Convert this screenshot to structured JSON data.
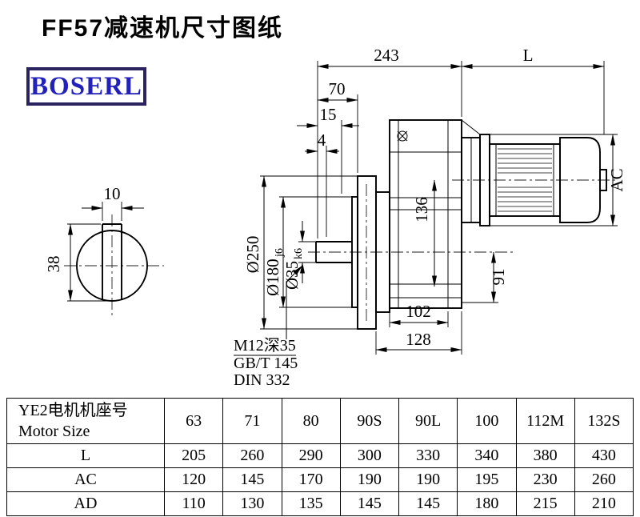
{
  "title": "FF57减速机尺寸图纸",
  "logo": "BOSERL",
  "drawing": {
    "d243": "243",
    "dL": "L",
    "d70": "70",
    "d15": "15",
    "d4": "4",
    "d10": "10",
    "d38": "38",
    "d136": "136",
    "d91": "91",
    "d102": "102",
    "d128": "128",
    "dAC": "AC",
    "dia250": "Ø250",
    "dia180": "Ø180",
    "dia180_tol": "j6",
    "dia35": "Ø35",
    "dia35_tol": "k6",
    "note1": "M12深35",
    "note2": "GB/T 145",
    "note3": "DIN 332"
  },
  "table": {
    "header_cn": "YE2电机机座号",
    "header_en": "Motor Size",
    "sizes": [
      "63",
      "71",
      "80",
      "90S",
      "90L",
      "100",
      "112M",
      "132S"
    ],
    "rows": [
      {
        "label": "L",
        "values": [
          "205",
          "260",
          "290",
          "300",
          "330",
          "340",
          "380",
          "430"
        ]
      },
      {
        "label": "AC",
        "values": [
          "120",
          "145",
          "170",
          "190",
          "190",
          "195",
          "230",
          "260"
        ]
      },
      {
        "label": "AD",
        "values": [
          "110",
          "130",
          "135",
          "145",
          "145",
          "180",
          "215",
          "210"
        ]
      }
    ]
  }
}
